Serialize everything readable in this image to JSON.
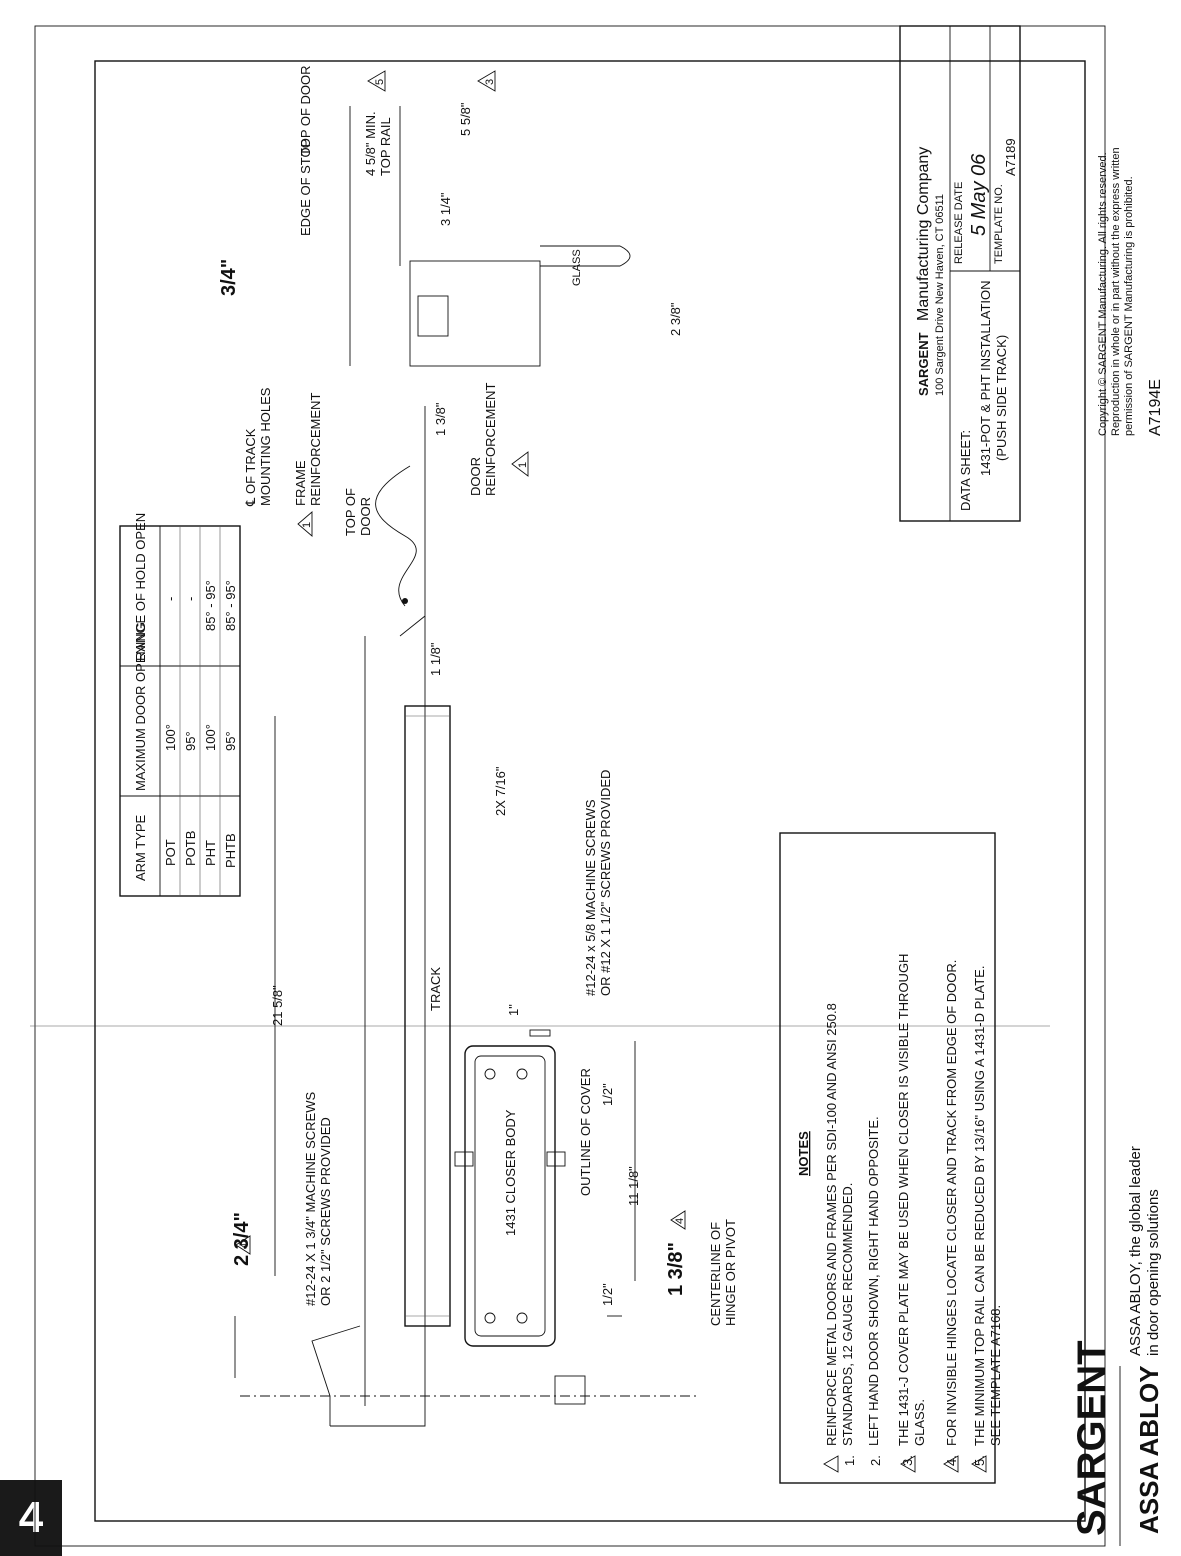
{
  "page_number": "4",
  "brand": {
    "sargent": "SARGENT",
    "assa_abloy": "ASSA ABLOY",
    "tagline_1": "ASSA ABLOY, the global leader",
    "tagline_2": "in door opening solutions"
  },
  "copyright": {
    "line_1": "Copyright © SARGENT Manufacturing. All rights reserved.",
    "line_2": "Reproduction in whole or in part without the express written",
    "line_3": "permission of SARGENT Manufacturing is prohibited.",
    "doc_code": "A7194E"
  },
  "title_block": {
    "company_brand": "SARGENT",
    "company_name": "Manufacturing Company",
    "address": "100 Sargent Drive New Haven, CT 06511",
    "data_sheet_label": "DATA SHEET:",
    "title_line_1": "1431-POT & PHT INSTALLATION",
    "title_line_2": "(PUSH SIDE TRACK)",
    "release_date_label": "RELEASE DATE",
    "release_date_value": "5 May 06",
    "template_no_label": "TEMPLATE NO.",
    "template_no_value": "A7189"
  },
  "arm_table": {
    "headers": [
      "ARM TYPE",
      "MAXIMUM DOOR OPENING",
      "RANGE OF HOLD OPEN"
    ],
    "rows": [
      [
        "POT",
        "100°",
        "-"
      ],
      [
        "POTB",
        "95°",
        "-"
      ],
      [
        "PHT",
        "100°",
        "85° - 95°"
      ],
      [
        "PHTB",
        "95°",
        "85° - 95°"
      ]
    ]
  },
  "notes": {
    "heading": "NOTES",
    "items": [
      {
        "num": "1.",
        "flag": true,
        "line_1": "REINFORCE  METAL DOORS AND FRAMES PER SDI-100 AND ANSI 250.8",
        "line_2": "STANDARDS, 12 GAUGE RECOMMENDED."
      },
      {
        "num": "2.",
        "flag": false,
        "line_1": "LEFT HAND DOOR SHOWN, RIGHT HAND OPPOSITE.",
        "line_2": ""
      },
      {
        "num": "3.",
        "flag": true,
        "line_1": "THE 1431-J COVER PLATE MAY BE USED WHEN CLOSER IS VISIBLE THROUGH",
        "line_2": "GLASS."
      },
      {
        "num": "4.",
        "flag": true,
        "line_1": "FOR INVISIBLE HINGES LOCATE CLOSER AND TRACK FROM EDGE  OF DOOR.",
        "line_2": ""
      },
      {
        "num": "5.",
        "flag": true,
        "line_1": "THE MINIMUM TOP RAIL CAN BE REDUCED BY 13/16\" USING A 1431-D PLATE.",
        "line_2": "SEE TEMPLATE A7168."
      }
    ]
  },
  "front_view": {
    "dim_2_3_4": "2 3/4\"",
    "flag_4a": "4",
    "dim_1_3_8": "1 3/8\"",
    "flag_4b": "4",
    "dim_21_5_8": "21 5/8\"",
    "dim_11_1_8": "11 1/8\"",
    "dim_half_a": "1/2\"",
    "dim_half_b": "1/2\"",
    "dim_1in": "1\"",
    "dim_1_1_8": "1 1/8\"",
    "dim_2x7_16": "2X 7/16\"",
    "screws_track_1": "#12-24 X 1 3/4\" MACHINE SCREWS",
    "screws_track_2": "OR 2 1/2\" SCREWS PROVIDED",
    "track_label": "TRACK",
    "closer_body_label": "1431 CLOSER BODY",
    "outline_cover_label": "OUTLINE OF COVER",
    "centerline_label_1": "CENTERLINE OF",
    "centerline_label_2": "HINGE OR PIVOT",
    "screws_closer_1": "#12-24 x 5/8 MACHINE SCREWS",
    "screws_closer_2": "OR #12 X 1 1/2\" SCREWS PROVIDED",
    "top_of_door_1": "TOP OF",
    "top_of_door_2": "DOOR",
    "machine_screws_2x": "2X 7/16\""
  },
  "section_view": {
    "dim_3_4": "3/4\"",
    "edge_of_stop": "EDGE OF STOP",
    "top_of_door": "TOP OF DOOR",
    "top_rail_1": "4 5/8\" MIN.",
    "top_rail_2": "TOP RAIL",
    "flag_5": "5",
    "dim_5_5_8": "5 5/8\"",
    "flag_3": "3",
    "dim_3_1_4": "3 1/4\"",
    "glass": "GLASS",
    "dim_2_3_8": "2 3/8\"",
    "dim_1_3_8": "1 3/8\"",
    "track_holes_1": "℄ OF TRACK",
    "track_holes_2": "MOUNTING HOLES",
    "frame_reinf_1": "FRAME",
    "frame_reinf_2": "REINFORCEMENT",
    "flag_1a": "1",
    "door_reinf_1": "DOOR",
    "door_reinf_2": "REINFORCEMENT",
    "flag_1b": "1"
  }
}
